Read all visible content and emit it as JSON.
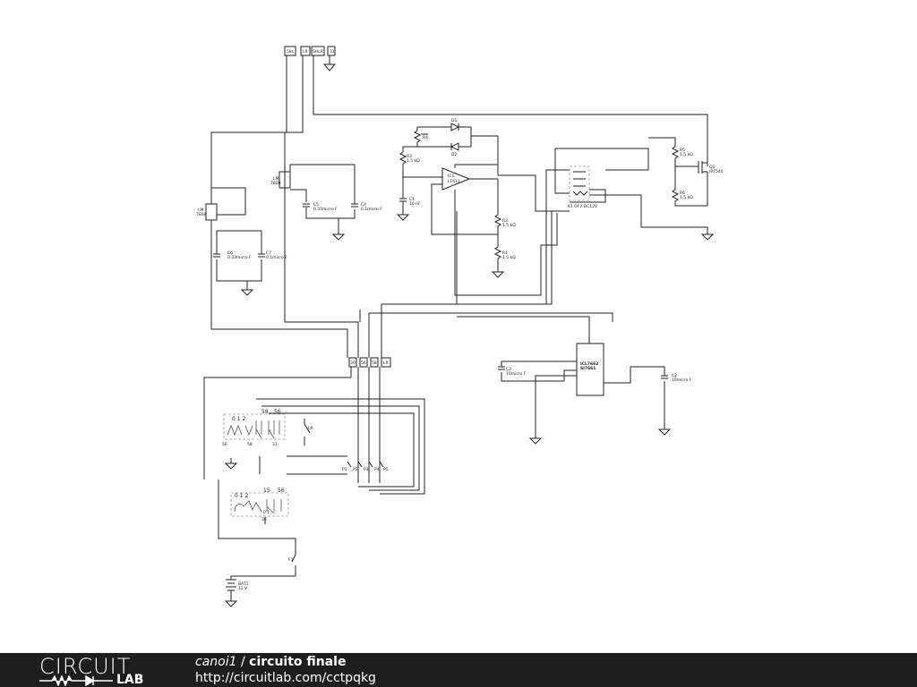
{
  "connectors_top": [
    "58s",
    "LR",
    "SHLR",
    "31"
  ],
  "connectors_bottom": [
    "30",
    "56",
    "58",
    "LR"
  ],
  "components": {
    "d1": "D1",
    "d2": "D2",
    "r4": "R4",
    "r3": "R3",
    "r3_val": "1.5 kΩ",
    "c1": "C1",
    "c1_val": "10 nF",
    "ic1": "IC1",
    "ic1_part": "LF411",
    "r2": "R2",
    "r2_val": "1.5 kΩ",
    "r1": "R1",
    "r1_val": "1.5 kΩ",
    "k1": "K1 DF2-DC12V",
    "r5": "R5",
    "r5_val": "1.5 kΩ",
    "r6": "R6",
    "r6_val": "1.5 kΩ",
    "q1": "Q1",
    "q1_part": "IRF540",
    "lm7808a": "LM",
    "lm7808a_num": "7808",
    "lm7808b": "LM",
    "lm7808b_num": "7808",
    "c5": "C5",
    "c5_val": "0.33micro F",
    "c4": "C4",
    "c4_val": "0.1micro F",
    "c6": "C6",
    "c6_val": "0.33micro F",
    "c7": "C7",
    "c7_val": "0.1micro F",
    "ic2_part": "ICL7662",
    "ic2_sub": "SI7661",
    "c3": "C3",
    "c3_val": "10micro F",
    "c2": "C2",
    "c2_val": "10micro F",
    "sw1_pos": "0 1 2",
    "sw1_58": "58",
    "sw1_56": "56",
    "lr_switch": "LR",
    "term_56": "56",
    "term_58": "58",
    "term_31": "31",
    "pins": [
      "P1",
      "P2",
      "P3",
      "P4",
      "P5"
    ],
    "sw2_pos": "0 1 2",
    "sw2_15": "15",
    "sw2_56": "56",
    "sw2_01": "0 1",
    "sw2_30": "30",
    "f1": "F1",
    "bat": "BAT1",
    "bat_val": "12 V"
  },
  "footer": {
    "logo_top": "CIRCUIT",
    "logo_bottom": "LAB",
    "user": "canoi1",
    "separator": " / ",
    "project": "circuito finale",
    "url": "http://circuitlab.com/cctpqkg"
  }
}
